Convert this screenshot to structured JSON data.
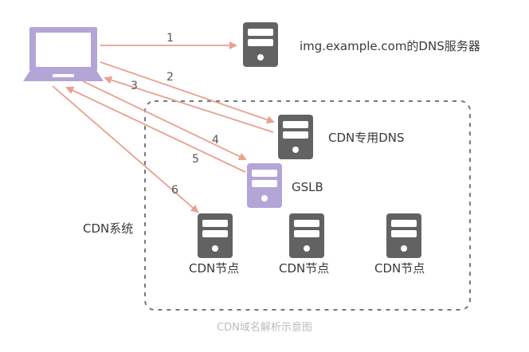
{
  "labels": {
    "dns_server": "img.example.com的DNS服务器",
    "cdn_dns": "CDN专用DNS",
    "gslb": "GSLB",
    "cdn_system": "CDN系统",
    "cdn_node_1": "CDN节点",
    "cdn_node_2": "CDN节点",
    "cdn_node_3": "CDN节点",
    "caption": "CDN域名解析示意图"
  },
  "steps": [
    "1",
    "2",
    "3",
    "4",
    "5",
    "6"
  ],
  "icons": {
    "client": "laptop-icon",
    "dns_server": "server-icon",
    "cdn_dns": "server-icon",
    "gslb": "server-icon",
    "nodes": "server-icon"
  },
  "colors": {
    "arrow": "#e8a08f",
    "server": "#626262",
    "gslb": "#b3a5d6",
    "laptop": "#b3a5d6",
    "dashed_border": "#777777",
    "caption": "#bdbdbd"
  }
}
